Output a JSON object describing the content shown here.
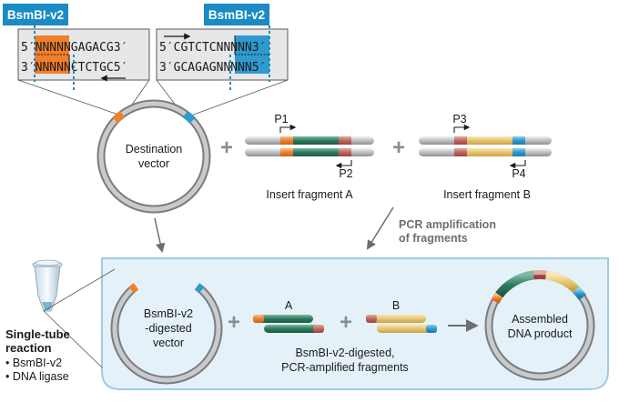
{
  "enzyme_box_left": "BsmBI-v2",
  "enzyme_box_right": "BsmBI-v2",
  "site_left": {
    "top": {
      "prefix": "5′",
      "tag": "NNNN",
      "rest": "NGAGACG",
      "suffix": "3′"
    },
    "bottom": {
      "prefix": "3′",
      "tag": "NNNN",
      "rest": "NCTCTGC",
      "suffix": "5′"
    }
  },
  "site_right": {
    "top": {
      "prefix": "5′",
      "rest": "CGTCTCN",
      "tag": "NNNN",
      "suffix": "3′"
    },
    "bottom": {
      "prefix": "3′",
      "rest": "GCAGAGN",
      "tag": "NNNN",
      "suffix": "5′"
    }
  },
  "destination_vector": {
    "line1": "Destination",
    "line2": "vector"
  },
  "insert_a": {
    "label": "Insert fragment A",
    "primer_top": "P1",
    "primer_bottom": "P2"
  },
  "insert_b": {
    "label": "Insert fragment B",
    "primer_top": "P3",
    "primer_bottom": "P4"
  },
  "pcr_note": {
    "line1": "PCR amplification",
    "line2": "of fragments"
  },
  "digested_vector": {
    "line1": "BsmBI-v2",
    "line2": "-digested",
    "line3": "vector"
  },
  "fragment_a_letter": "A",
  "fragment_b_letter": "B",
  "fragments_caption": {
    "line1": "BsmBI-v2-digested,",
    "line2": "PCR-amplified fragments"
  },
  "assembled": {
    "line1": "Assembled",
    "line2": "DNA product"
  },
  "reaction": {
    "title1": "Single-tube",
    "title2": "reaction",
    "item1": "• BsmBI-v2",
    "item2": "• DNA ligase"
  },
  "plus": "+",
  "colors": {
    "orange": "#f07f2a",
    "blue": "#2e9ad0",
    "green": "#2c7a5e",
    "red": "#c0665e",
    "yellow": "#e7c46f",
    "gray": "#a7a9ac",
    "panel": "#e5f1f8",
    "panel_border": "#9fcbe4"
  }
}
